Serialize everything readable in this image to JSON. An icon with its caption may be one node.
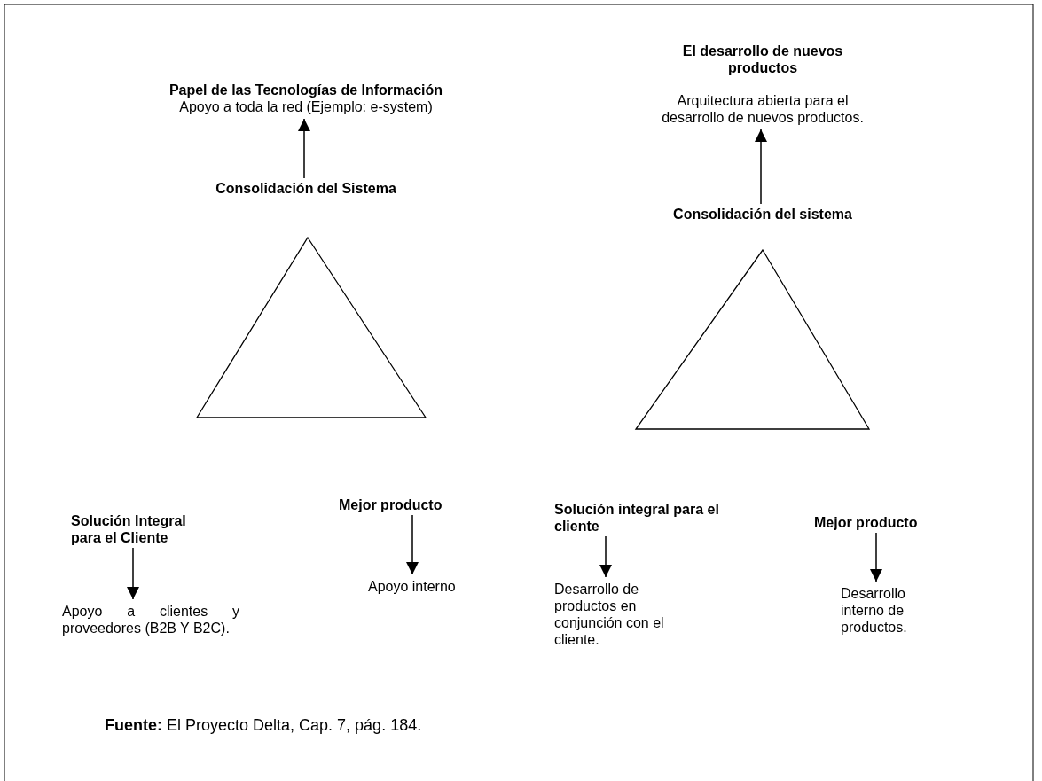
{
  "diagram": {
    "caption": "**Fuente:** El Proyecto Delta, Cap. 7, pág. 184.",
    "nodes": [
      {
        "text": [
          "Papel de las Tecnologías de Información",
          "Apoyo a toda la red (Ejemplo: e-system)"
        ]
      },
      {
        "text": [
          "Consolidación del Sistema"
        ]
      },
      {
        "text": [
          "Solución Integral para el Cliente"
        ]
      },
      {
        "text": [
          "Apoyo a clientes y proveedores (B2B Y B2C)."
        ]
      },
      {
        "text": [
          "Mejor producto"
        ]
      },
      {
        "text": [
          "Apoyo interno"
        ]
      },
      {
        "text": [
          "El desarrollo de nuevos productos",
          "Arquitectura abierta para el desarrollo de nuevos productos."
        ]
      },
      {
        "text": [
          "Consolidación del sistema"
        ]
      },
      {
        "text": [
          "Solución integral para el cliente"
        ]
      },
      {
        "text": [
          "Desarrollo de productos en conjunción con el cliente."
        ]
      },
      {
        "text": [
          "Mejor producto"
        ]
      },
      {
        "text": [
          "Desarrollo interno de productos."
        ]
      }
    ],
    "edges": [
      {
        "from": 1,
        "to": 0,
        "arrow": "to"
      },
      {
        "from": 2,
        "to": 3,
        "arrow": "to"
      },
      {
        "from": 4,
        "to": 5,
        "arrow": "to"
      },
      {
        "from": 7,
        "to": 6,
        "arrow": "to"
      },
      {
        "from": 8,
        "to": 9,
        "arrow": "to"
      },
      {
        "from": 10,
        "to": 11,
        "arrow": "to"
      }
    ]
  }
}
